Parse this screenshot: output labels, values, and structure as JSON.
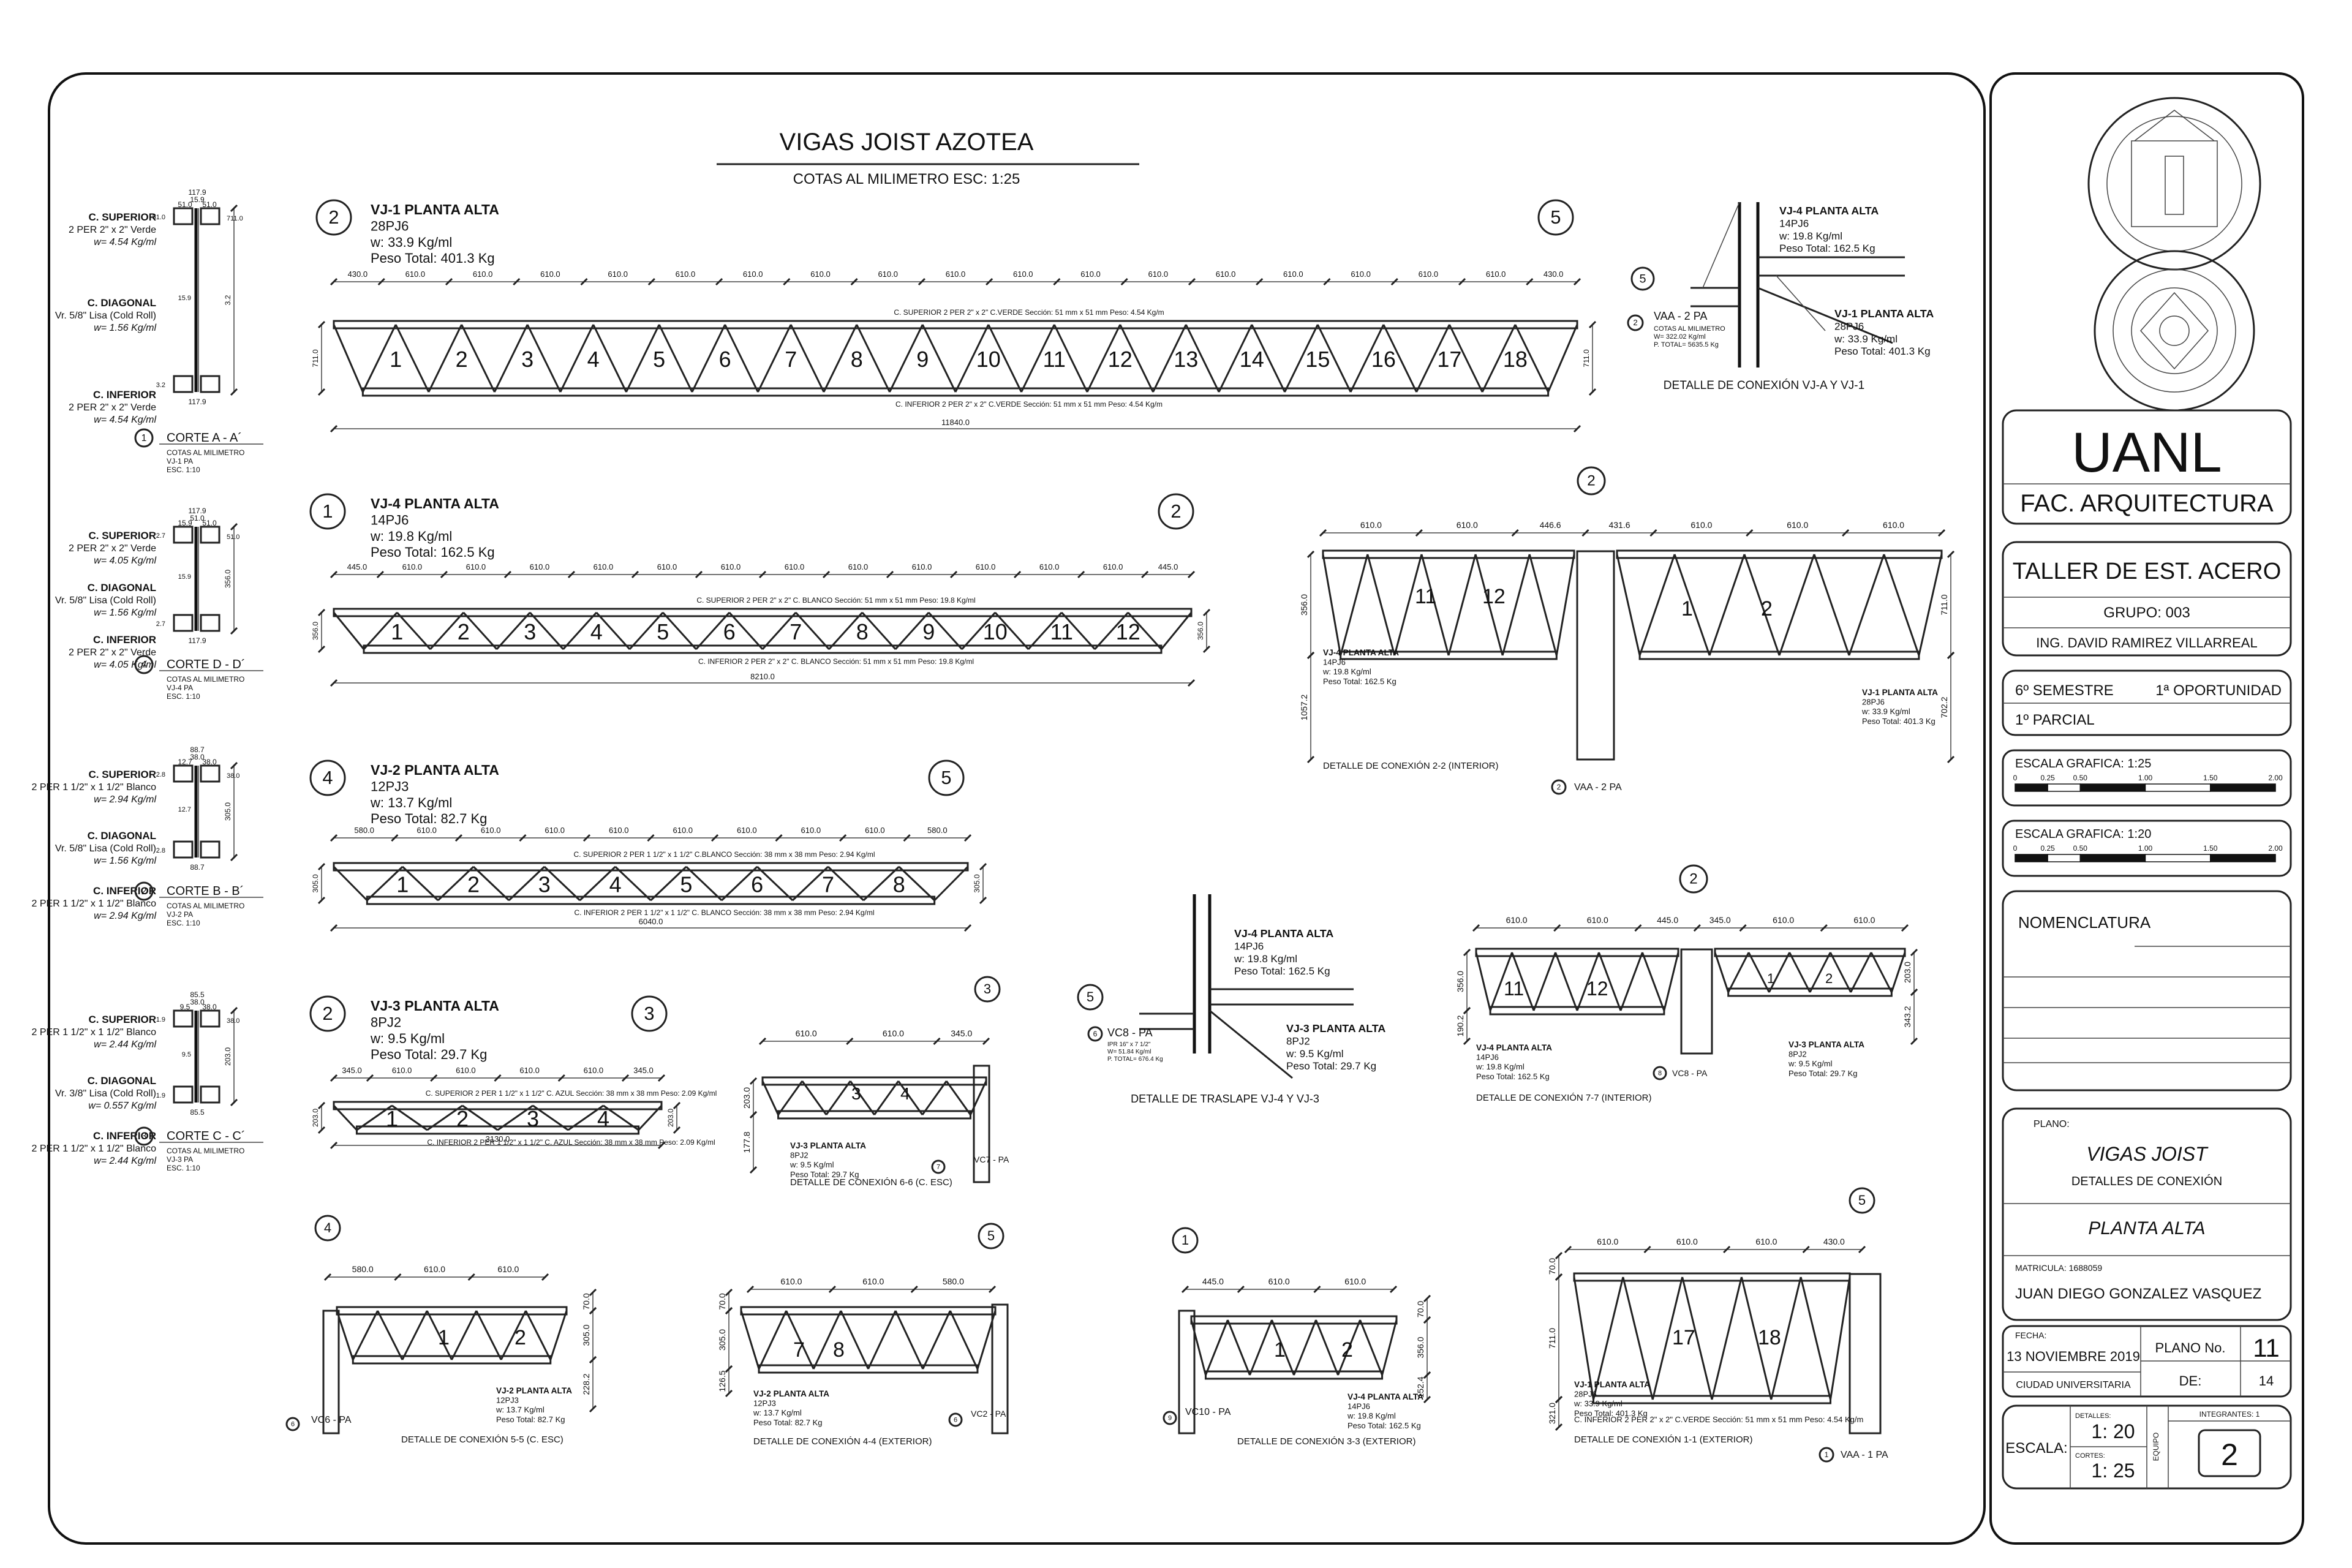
{
  "sheet": {
    "title": "VIGAS JOIST AZOTEA",
    "subtitle": "COTAS AL MILIMETRO    ESC: 1:25"
  },
  "sections": [
    {
      "name": "CORTE A - A´",
      "num": "1",
      "sub": [
        "COTAS AL MILIMETRO",
        "VJ-1 PA",
        "ESC. 1:10"
      ],
      "sup": [
        "C. SUPERIOR",
        "2 PER 2\" x 2\" Verde",
        "w= 4.54 Kg/ml"
      ],
      "dia": [
        "C. DIAGONAL",
        "Vr. 5/8\" Lisa (Cold Roll)",
        "w= 1.56 Kg/ml"
      ],
      "inf": [
        "C. INFERIOR",
        "2 PER 2\" x 2\" Verde",
        "w= 4.54 Kg/ml"
      ],
      "dims": [
        "117.9",
        "15.9",
        "51.0",
        "51.0",
        "3.2",
        "711.0",
        "51.0",
        "3.2",
        "117.9",
        "15.9"
      ]
    },
    {
      "name": "CORTE D - D´",
      "num": "4",
      "sub": [
        "COTAS AL MILIMETRO",
        "VJ-4 PA",
        "ESC. 1:10"
      ],
      "sup": [
        "C. SUPERIOR",
        "2 PER 2\" x 2\" Verde",
        "w= 4.05 Kg/ml"
      ],
      "dia": [
        "C. DIAGONAL",
        "Vr. 5/8\" Lisa (Cold Roll)",
        "w= 1.56 Kg/ml"
      ],
      "inf": [
        "C. INFERIOR",
        "2 PER 2\" x 2\" Verde",
        "w= 4.05 Kg/ml"
      ],
      "dims": [
        "117.9",
        "51.0",
        "15.9",
        "51.0",
        "356.0",
        "51.0",
        "2.7",
        "2.7",
        "117.9",
        "15.9"
      ]
    },
    {
      "name": "CORTE B - B´",
      "num": "2",
      "sub": [
        "COTAS AL MILIMETRO",
        "VJ-2 PA",
        "ESC. 1:10"
      ],
      "sup": [
        "C. SUPERIOR",
        "2 PER 1 1/2\" x 1 1/2\" Blanco",
        "w= 2.94 Kg/ml"
      ],
      "dia": [
        "C. DIAGONAL",
        "Vr. 5/8\" Lisa (Cold Roll)",
        "w= 1.56 Kg/ml"
      ],
      "inf": [
        "C. INFERIOR",
        "2 PER 1 1/2\" x 1 1/2\" Blanco",
        "w= 2.94 Kg/ml"
      ],
      "dims": [
        "88.7",
        "38.0",
        "12.7",
        "38.0",
        "305.0",
        "38.0",
        "2.8",
        "2.8",
        "88.7",
        "12.7"
      ]
    },
    {
      "name": "CORTE C - C´",
      "num": "3",
      "sub": [
        "COTAS AL MILIMETRO",
        "VJ-3 PA",
        "ESC. 1:10"
      ],
      "sup": [
        "C. SUPERIOR",
        "2 PER 1 1/2\" x 1 1/2\" Blanco",
        "w= 2.44 Kg/ml"
      ],
      "dia": [
        "C. DIAGONAL",
        "Vr. 3/8\" Lisa (Cold Roll)",
        "w= 0.557 Kg/ml"
      ],
      "inf": [
        "C. INFERIOR",
        "2 PER 1 1/2\" x 1 1/2\" Blanco",
        "w= 2.44 Kg/ml"
      ],
      "dims": [
        "85.5",
        "38.0",
        "9.5",
        "38.0",
        "203.0",
        "38.0",
        "1.9",
        "1.9",
        "85.5",
        "9.5"
      ]
    }
  ],
  "joists": [
    {
      "id": "VJ-1",
      "title": "VJ-1 PLANTA ALTA",
      "code": "28PJ6",
      "w": "w: 33.9 Kg/ml",
      "peso": "Peso Total: 401.3 Kg",
      "gl": "2",
      "gr": "5",
      "panels": 18,
      "total": "11840.0",
      "height": "711.0",
      "sup": "C. SUPERIOR   2 PER 2\" x 2\" C.VERDE   Sección: 51 mm x 51 mm   Peso: 4.54 Kg/m",
      "inf": "C. INFERIOR   2 PER 2\" x 2\" C.VERDE   Sección: 51 mm x 51 mm   Peso: 4.54 Kg/m",
      "spacing": [
        "430.0",
        "610.0",
        "610.0",
        "610.0",
        "610.0",
        "610.0",
        "610.0",
        "610.0",
        "610.0",
        "610.0",
        "610.0",
        "610.0",
        "610.0",
        "610.0",
        "610.0",
        "610.0",
        "610.0",
        "610.0",
        "430.0"
      ]
    },
    {
      "id": "VJ-4",
      "title": "VJ-4 PLANTA ALTA",
      "code": "14PJ6",
      "w": "w: 19.8 Kg/ml",
      "peso": "Peso Total: 162.5 Kg",
      "gl": "1",
      "gr": "2",
      "panels": 12,
      "total": "8210.0",
      "height": "356.0",
      "sup": "C. SUPERIOR   2 PER 2\" x 2\" C. BLANCO   Sección: 51 mm x 51 mm   Peso: 19.8 Kg/ml",
      "inf": "C. INFERIOR   2 PER 2\" x 2\" C. BLANCO   Sección: 51 mm x 51 mm   Peso: 19.8 Kg/ml",
      "spacing": [
        "445.0",
        "610.0",
        "610.0",
        "610.0",
        "610.0",
        "610.0",
        "610.0",
        "610.0",
        "610.0",
        "610.0",
        "610.0",
        "610.0",
        "610.0",
        "445.0"
      ]
    },
    {
      "id": "VJ-2",
      "title": "VJ-2 PLANTA ALTA",
      "code": "12PJ3",
      "w": "w: 13.7 Kg/ml",
      "peso": "Peso Total: 82.7 Kg",
      "gl": "4",
      "gr": "5",
      "panels": 8,
      "total": "6040.0",
      "height": "305.0",
      "sup": "C. SUPERIOR   2 PER 1 1/2\" x 1 1/2\"  C.BLANCO   Sección: 38 mm x 38 mm   Peso: 2.94 Kg/ml",
      "inf": "C. INFERIOR   2 PER 1 1/2\" x 1 1/2\"  C. BLANCO   Sección: 38 mm x 38 mm   Peso: 2.94 Kg/ml",
      "spacing": [
        "580.0",
        "610.0",
        "610.0",
        "610.0",
        "610.0",
        "610.0",
        "610.0",
        "610.0",
        "610.0",
        "580.0"
      ]
    },
    {
      "id": "VJ-3",
      "title": "VJ-3 PLANTA ALTA",
      "code": "8PJ2",
      "w": "w: 9.5 Kg/ml",
      "peso": "Peso Total: 29.7 Kg",
      "gl": "2",
      "gr": "3",
      "panels": 4,
      "total": "3130.0",
      "height": "203.0",
      "sup": "C. SUPERIOR   2 PER 1 1/2\" x 1 1/2\" C. AZUL   Sección: 38 mm x 38 mm   Peso: 2.09 Kg/ml",
      "inf": "C. INFERIOR   2 PER 1 1/2\" x 1 1/2\" C. AZUL   Sección: 38 mm x 38 mm   Peso: 2.09 Kg/ml",
      "spacing": [
        "345.0",
        "610.0",
        "610.0",
        "610.0",
        "610.0",
        "345.0"
      ]
    }
  ],
  "details": {
    "va": {
      "title": "DETALLE DE CONEXIÓN VJ-A Y VJ-1",
      "label": "VAA - 2 PA",
      "sub": [
        "COTAS AL MILIMETRO",
        "W= 322.02 Kg/ml",
        "P. TOTAL= 5635.5 Kg"
      ],
      "j1": [
        "VJ-4 PLANTA ALTA",
        "14PJ6",
        "w: 19.8 Kg/ml",
        "Peso Total: 162.5 Kg"
      ],
      "j2": [
        "VJ-1 PLANTA ALTA",
        "28PJ6",
        "w: 33.9 Kg/ml",
        "Peso Total: 401.3 Kg"
      ]
    },
    "d22": {
      "title": "DETALLE DE CONEXIÓN 2-2 (INTERIOR)",
      "grid": "2",
      "label": "VAA - 2 PA",
      "dims": [
        "610.0",
        "610.0",
        "446.6",
        "431.6",
        "610.0",
        "610.0",
        "610.0"
      ],
      "h": [
        "356.0",
        "1057.2",
        "711.0",
        "702.2"
      ],
      "left": [
        "VJ-4 PLANTA ALTA",
        "14PJ6",
        "w: 19.8 Kg/ml",
        "Peso Total: 162.5 Kg"
      ],
      "right": [
        "VJ-1 PLANTA ALTA",
        "28PJ6",
        "w: 33.9 Kg/ml",
        "Peso Total: 401.3 Kg"
      ],
      "panels": [
        "11",
        "12",
        "1",
        "2"
      ]
    },
    "trans": {
      "title": "DETALLE DE TRASLAPE VJ-4 Y VJ-3",
      "label": "VC8 - PA",
      "sub": [
        "IPR 16\" x 7 1/2\"",
        "W= 51.84 Kg/ml",
        "P. TOTAL= 676.4 Kg"
      ],
      "j1": [
        "VJ-4 PLANTA ALTA",
        "14PJ6",
        "w: 19.8 Kg/ml",
        "Peso Total: 162.5 Kg"
      ],
      "j2": [
        "VJ-3 PLANTA ALTA",
        "8PJ2",
        "w: 9.5 Kg/ml",
        "Peso Total: 29.7 Kg"
      ]
    },
    "d66": {
      "title": "DETALLE DE CONEXIÓN 6-6 (C. ESC)",
      "grid": "3",
      "label": "VC7 - PA",
      "dims": [
        "610.0",
        "610.0",
        "345.0"
      ],
      "h": [
        "203.0",
        "177.8"
      ],
      "j": [
        "VJ-3 PLANTA ALTA",
        "8PJ2",
        "w: 9.5 Kg/ml",
        "Peso Total: 29.7 Kg"
      ],
      "panels": [
        "3",
        "4"
      ]
    },
    "d77": {
      "title": "DETALLE DE CONEXIÓN 7-7 (INTERIOR)",
      "grid": "2",
      "label": "VC8 - PA",
      "dims": [
        "610.0",
        "610.0",
        "445.0",
        "345.0",
        "610.0",
        "610.0"
      ],
      "h": [
        "356.0",
        "190.2",
        "203.0",
        "343.2"
      ],
      "left": [
        "VJ-4 PLANTA ALTA",
        "14PJ6",
        "w: 19.8 Kg/ml",
        "Peso Total: 162.5 Kg"
      ],
      "right": [
        "VJ-3 PLANTA ALTA",
        "8PJ2",
        "w: 9.5 Kg/ml",
        "Peso Total: 29.7 Kg"
      ],
      "panels": [
        "11",
        "12",
        "1",
        "2"
      ]
    },
    "d55": {
      "title": "DETALLE DE CONEXIÓN 5-5 (C. ESC)",
      "grid": "4",
      "label": "VC6 - PA",
      "dims": [
        "580.0",
        "610.0",
        "610.0"
      ],
      "h": [
        "305.0",
        "70.0",
        "228.2"
      ],
      "j": [
        "VJ-2 PLANTA ALTA",
        "12PJ3",
        "w: 13.7 Kg/ml",
        "Peso Total: 82.7 Kg"
      ],
      "panels": [
        "1",
        "2"
      ]
    },
    "d44": {
      "title": "DETALLE DE CONEXIÓN 4-4 (EXTERIOR)",
      "grid": "5",
      "label": "VC2 - PA",
      "dims": [
        "610.0",
        "610.0",
        "580.0"
      ],
      "h": [
        "305.0",
        "70.0",
        "126.5"
      ],
      "j": [
        "VJ-2 PLANTA ALTA",
        "12PJ3",
        "w: 13.7 Kg/ml",
        "Peso Total: 82.7 Kg"
      ],
      "panels": [
        "7",
        "8"
      ]
    },
    "d33": {
      "title": "DETALLE DE CONEXIÓN 3-3 (EXTERIOR)",
      "grid": "1",
      "label": "VC10 - PA",
      "dims": [
        "445.0",
        "610.0",
        "610.0"
      ],
      "h": [
        "356.0",
        "70.0",
        "152.4"
      ],
      "j": [
        "VJ-4 PLANTA ALTA",
        "14PJ6",
        "w: 19.8 Kg/ml",
        "Peso Total: 162.5 Kg"
      ],
      "panels": [
        "1",
        "2"
      ]
    },
    "d11": {
      "title": "DETALLE DE CONEXIÓN 1-1 (EXTERIOR)",
      "grid": "5",
      "label": "VAA - 1 PA",
      "dims": [
        "610.0",
        "610.0",
        "610.0",
        "430.0"
      ],
      "h": [
        "711.0",
        "70.0",
        "321.0"
      ],
      "j": [
        "VJ-1 PLANTA ALTA",
        "28PJ6",
        "w: 33.9 Kg/ml",
        "Peso Total: 401.3 Kg"
      ],
      "inf": "C. INFERIOR   2 PER 2\" x 2\" C.VERDE   Sección: 51 mm x 51 mm   Peso: 4.54 Kg/m",
      "panels": [
        "17",
        "18"
      ]
    }
  },
  "titleblock": {
    "uni": "UANL",
    "fac": "FAC. ARQUITECTURA",
    "course": "TALLER DE EST. ACERO",
    "group": "GRUPO:  003",
    "prof": "ING. DAVID RAMIREZ VILLARREAL",
    "semester": "6º  SEMESTRE",
    "opportunity": "1ª OPORTUNIDAD",
    "parcial": "1º   PARCIAL",
    "scale1": {
      "label": "ESCALA GRAFICA:  1:25",
      "ticks": [
        "0",
        "0.25",
        "0.50",
        "1.00",
        "1.50",
        "2.00"
      ]
    },
    "scale2": {
      "label": "ESCALA GRAFICA:  1:20",
      "ticks": [
        "0",
        "0.25",
        "0.50",
        "1.00",
        "1.50",
        "2.00"
      ]
    },
    "nomenclature": "NOMENCLATURA",
    "plano_label": "PLANO:",
    "plano": "VIGAS JOIST",
    "plano_sub": "DETALLES DE CONEXIÓN",
    "planta": "PLANTA ALTA",
    "matricula": "MATRICULA: 1688059",
    "student": "JUAN DIEGO GONZALEZ VASQUEZ",
    "fecha_label": "FECHA:",
    "fecha": "13 NOVIEMBRE 2019",
    "city": "CIUDAD UNIVERSITARIA",
    "plano_no_label": "PLANO No.",
    "plano_no": "11",
    "de_label": "DE:",
    "de": "14",
    "escala_label": "ESCALA:",
    "detalles_label": "DETALLES:",
    "detalles_val": "1: 20",
    "cortes_label": "CORTES:",
    "cortes_val": "1: 25",
    "equipo_label": "EQUIPO",
    "integrantes_label": "INTEGRANTES:  1",
    "equipo": "2"
  }
}
